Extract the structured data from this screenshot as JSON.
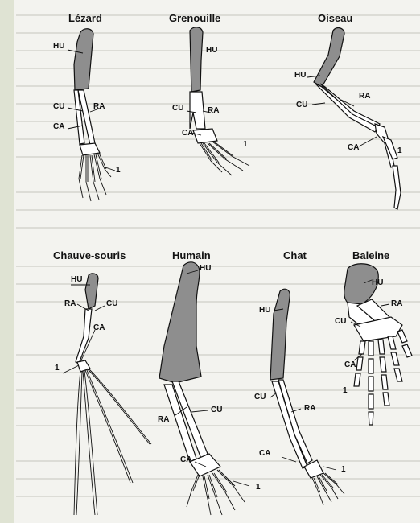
{
  "animals": {
    "lezard": {
      "name": "Lézard",
      "hu": "HU",
      "cu": "CU",
      "ra": "RA",
      "ca": "CA",
      "one": "1"
    },
    "grenouille": {
      "name": "Grenouille",
      "hu": "HU",
      "cu": "CU",
      "ra": "RA",
      "ca": "CA",
      "one": "1"
    },
    "oiseau": {
      "name": "Oiseau",
      "hu": "HU",
      "cu": "CU",
      "ra": "RA",
      "ca": "CA",
      "one": "1"
    },
    "chauve_souris": {
      "name": "Chauve-souris",
      "hu": "HU",
      "ra": "RA",
      "cu": "CU",
      "ca": "CA",
      "one": "1"
    },
    "humain": {
      "name": "Humain",
      "hu": "HU",
      "cu": "CU",
      "ra": "RA",
      "ca": "CA",
      "one": "1"
    },
    "chat": {
      "name": "Chat",
      "hu": "HU",
      "cu": "CU",
      "ra": "RA",
      "ca": "CA",
      "one": "1"
    },
    "baleine": {
      "name": "Baleine",
      "hu": "HU",
      "ra": "RA",
      "cu": "CU",
      "ca": "CA",
      "one": "1"
    }
  },
  "colors": {
    "humerus": "#8e8e8e",
    "bone": "#ffffff",
    "outline": "#111111"
  }
}
